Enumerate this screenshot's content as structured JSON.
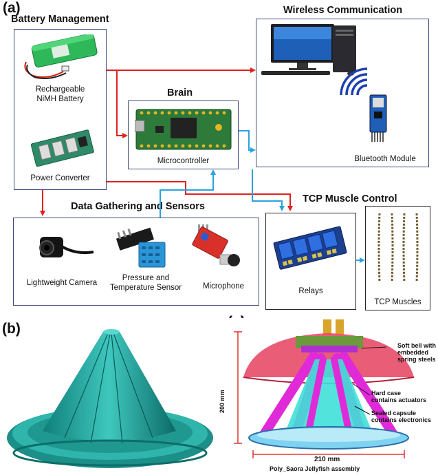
{
  "panel_a": {
    "label": "(a)",
    "battery_management": {
      "title": "Battery Management",
      "battery_caption": [
        "Rechargeable",
        "NiMH Battery"
      ],
      "converter_caption": "Power Converter"
    },
    "brain": {
      "title": "Brain",
      "mcu_caption": "Microcontroller"
    },
    "wireless": {
      "title": "Wireless Communication",
      "bt_caption": "Bluetooth Module"
    },
    "sensors": {
      "title": "Data Gathering and Sensors",
      "camera_caption": "Lightweight Camera",
      "pt_caption": [
        "Pressure and",
        "Temperature Sensor"
      ],
      "mic_caption": "Microphone"
    },
    "tcp": {
      "title": "TCP Muscle Control",
      "relays_caption": "Relays",
      "muscles_caption": "TCP Muscles"
    }
  },
  "panel_b": {
    "label": "(b)"
  },
  "panel_c": {
    "label": "(c)",
    "ann_bell": [
      "Soft bell with",
      "embedded",
      "spring steels"
    ],
    "ann_hard": [
      "Hard case",
      "contains actuators"
    ],
    "ann_capsule": [
      "Sealed capsule",
      "contains electronics"
    ],
    "height_dim": "200 mm",
    "width_dim": "210 mm",
    "assembly_caption": "Poly_Saora Jellyfish assembly"
  },
  "colors": {
    "power_arrow": "#e0201b",
    "data_arrow": "#29a3e0",
    "box_border": "#3b4a7a"
  }
}
